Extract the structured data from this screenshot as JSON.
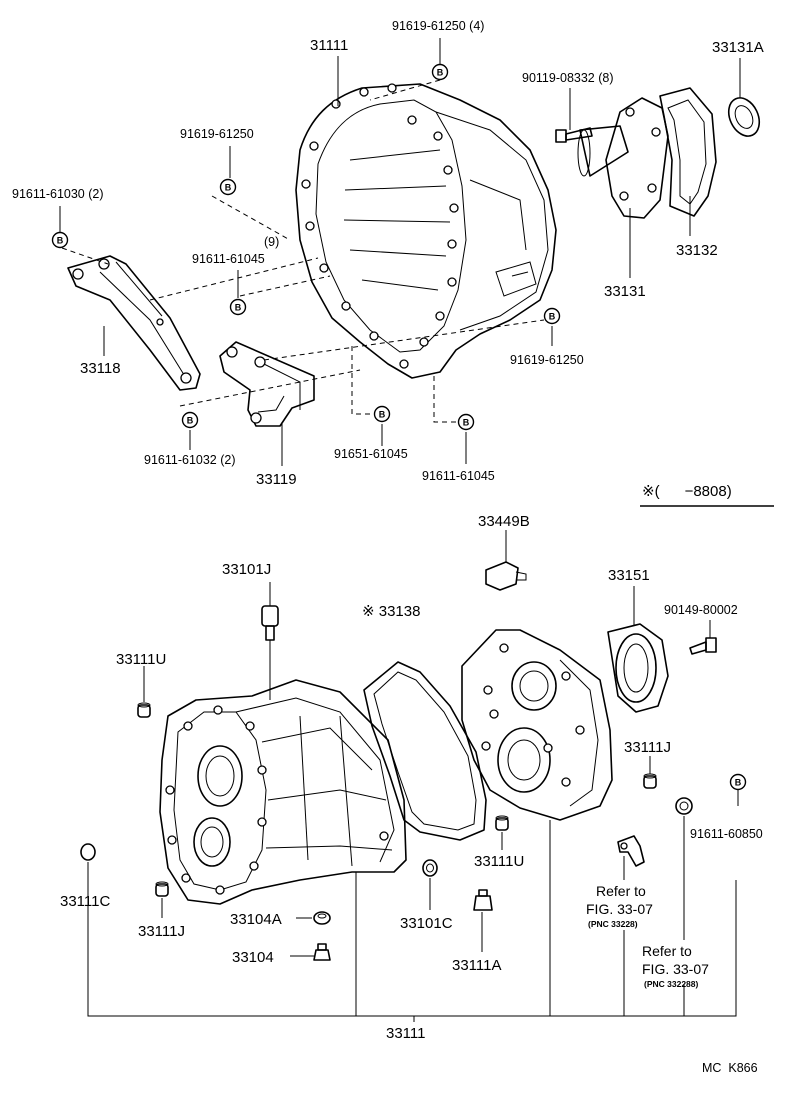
{
  "upper_section": {
    "labels": {
      "p_31111_top": "31111",
      "p_91619_61250_4": "91619-61250 (4)",
      "p_90119_08332": "90119-08332 (8)",
      "p_33131A": "33131A",
      "p_91619_61250_a": "91619-61250",
      "p_91611_61030": "91611-61030 (2)",
      "p_9": "(9)",
      "p_91611_61045_a": "91611-61045",
      "p_33132": "33132",
      "p_33131": "33131",
      "p_33118": "33118",
      "p_91619_61250_b": "91619-61250",
      "p_91611_61032": "91611-61032 (2)",
      "p_91651_61045": "91651-61045",
      "p_91611_61045_b": "91611-61045",
      "p_33119": "33119"
    }
  },
  "applicability_note": "※(      −8808)",
  "lower_section": {
    "labels": {
      "p_33449B": "33449B",
      "p_33151": "33151",
      "p_33101J": "33101J",
      "p_33138": "※ 33138",
      "p_90149_80002": "90149-80002",
      "p_33111U_a": "33111U",
      "p_33111J_a": "33111J",
      "p_91611_60850": "91611-60850",
      "p_33111U_b": "33111U",
      "p_33111C": "33111C",
      "p_33111J_b": "33111J",
      "p_33104A": "33104A",
      "p_33101C": "33101C",
      "p_33104": "33104",
      "p_33111A": "33111A",
      "p_31111_bottom": "33111"
    },
    "references": [
      {
        "text": "Refer to",
        "fig": "FIG. 33-07",
        "pnc": "(PNC 33228)"
      },
      {
        "text": "Refer to",
        "fig": "FIG. 33-07",
        "pnc": "(PNC 332288)"
      }
    ]
  },
  "bolt_marker": "B",
  "footer": {
    "code": "MC  K866"
  }
}
